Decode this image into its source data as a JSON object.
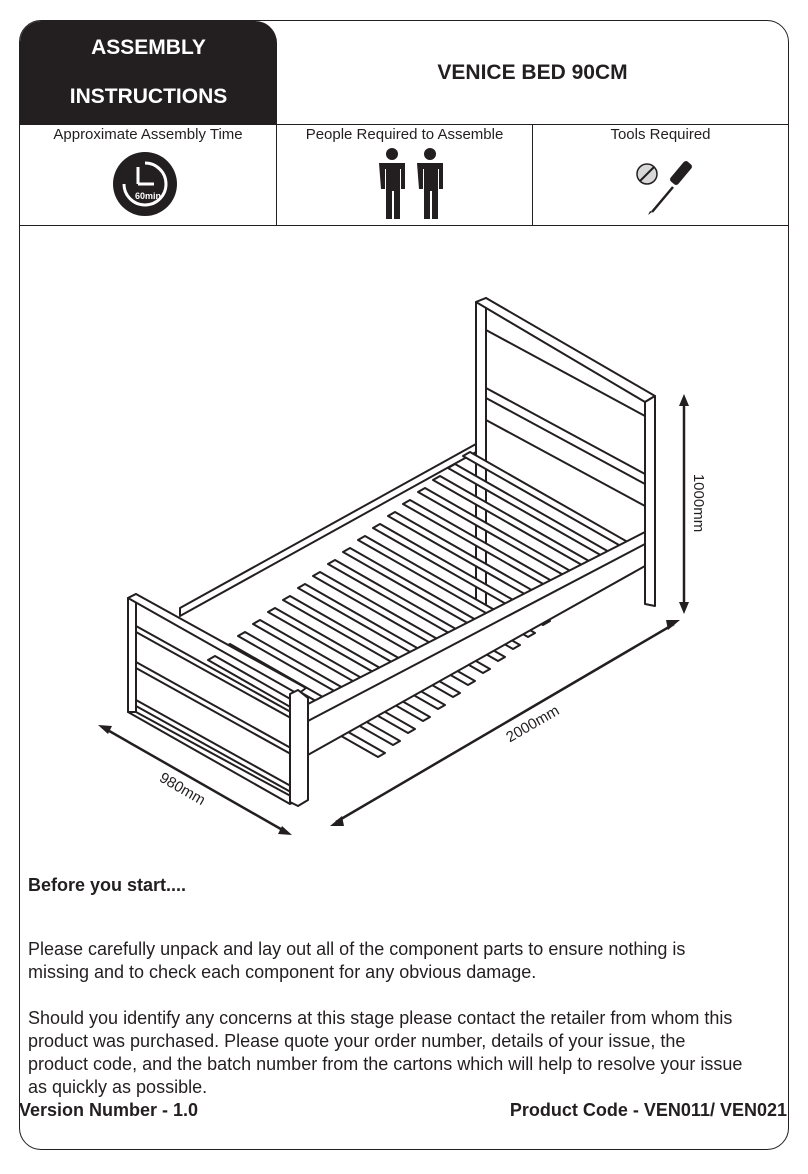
{
  "header": {
    "badge_line1": "ASSEMBLY",
    "badge_line2": "INSTRUCTIONS",
    "title": "VENICE BED 90CM"
  },
  "info": {
    "assembly_time_label": "Approximate Assembly Time",
    "assembly_time_value": "60min",
    "people_label": "People Required to Assemble",
    "people_count": 2,
    "tools_label": "Tools Required",
    "tools_icons": [
      "screw-icon",
      "screwdriver-icon"
    ]
  },
  "diagram": {
    "height_dim": "1000mm",
    "length_dim": "2000mm",
    "width_dim": "980mm"
  },
  "intro": {
    "heading": "Before you start....",
    "paragraph1": "Please carefully unpack and lay out all of the component parts to ensure nothing is missing and to check each component for any obvious damage.",
    "paragraph2": "Should you identify any concerns at this stage please contact the retailer from whom this product was purchased. Please quote your order number, details of your issue, the product code, and the batch number from the cartons which will help to resolve your issue as quickly as possible."
  },
  "footer": {
    "version": "Version Number - 1.0",
    "product_code": "Product Code - VEN011/ VEN021"
  }
}
